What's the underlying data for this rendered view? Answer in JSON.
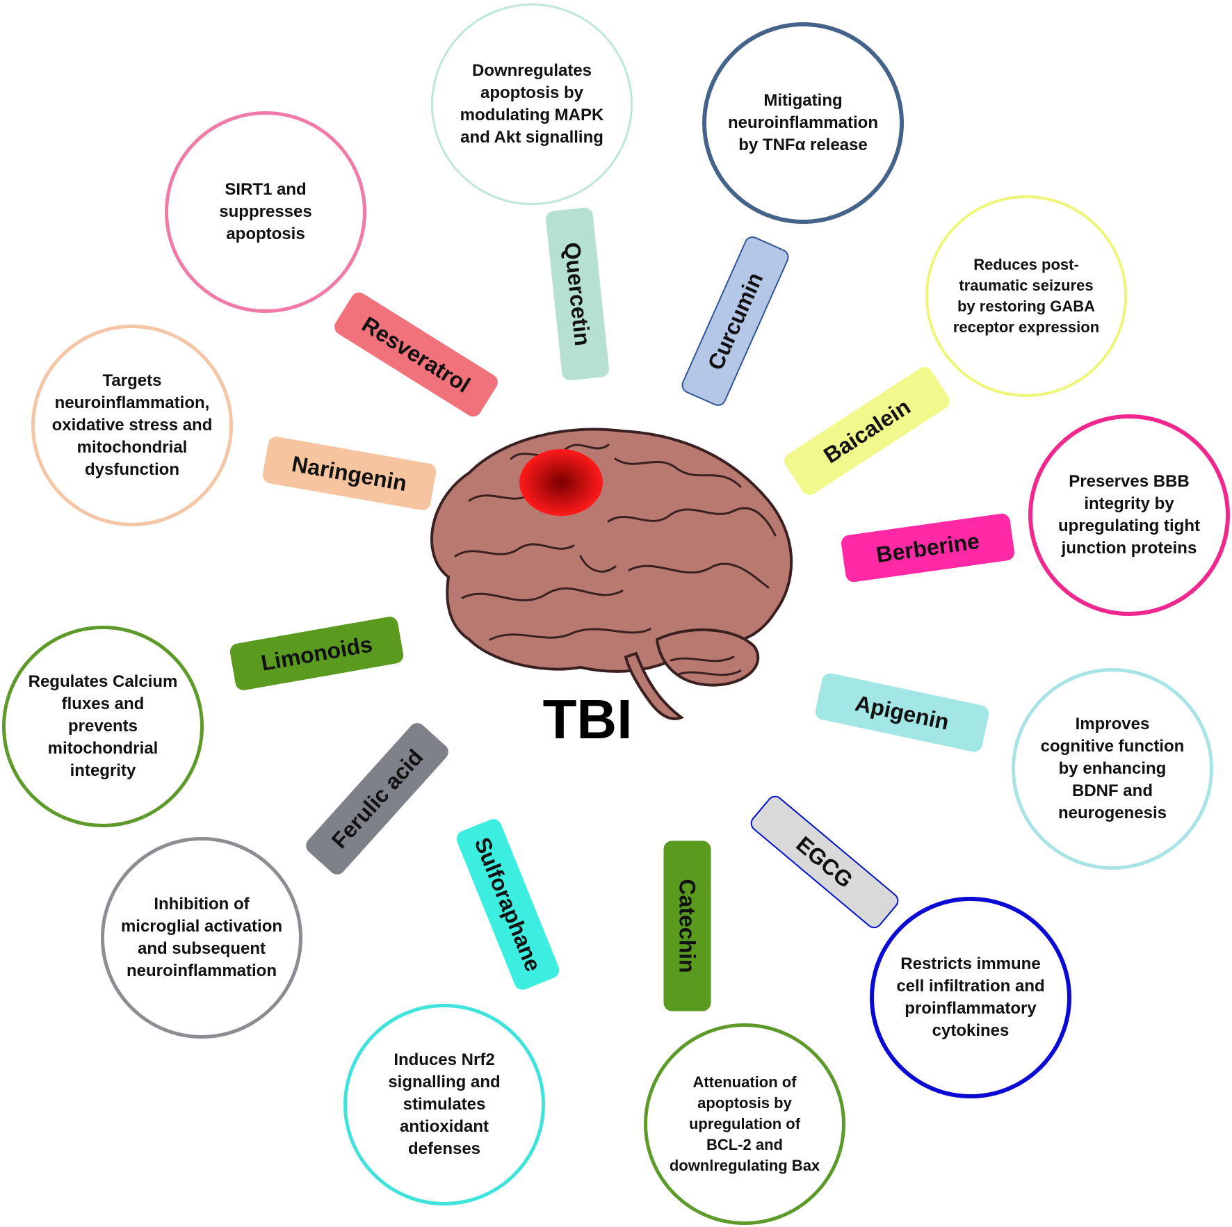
{
  "center_label": "TBI",
  "colors": {
    "brain_tissue": "#b87a70",
    "brain_outline": "#3a2020",
    "injury_core": "#7a0000",
    "injury_edge": "#ff1a1a"
  },
  "compounds": [
    {
      "id": "quercetin",
      "label": "Quercetin",
      "color": "#b6e0d3",
      "border": "#b6e0d3",
      "effect": "Downregulates\napoptosis by\nmodulating MAPK\nand Akt signalling",
      "ring": "#bfe6dc"
    },
    {
      "id": "curcumin",
      "label": "Curcumin",
      "color": "#b4c7e7",
      "border": "#2f5597",
      "effect": "Mitigating\nneuroinflammation\nby TNFα release",
      "ring": "#44628a"
    },
    {
      "id": "baicalein",
      "label": "Baicalein",
      "color": "#f1f98d",
      "border": "#f1f98d",
      "effect": "Reduces post-\ntraumatic seizures\nby restoring GABA\nreceptor expression",
      "ring": "#eef67a"
    },
    {
      "id": "berberine",
      "label": "Berberine",
      "color": "#ff29a6",
      "border": "#ff29a6",
      "effect": "Preserves BBB\nintegrity by\nupregulating tight\njunction proteins",
      "ring": "#f0288e"
    },
    {
      "id": "apigenin",
      "label": "Apigenin",
      "color": "#a3e6e6",
      "border": "#a3e6e6",
      "effect": "Improves\ncognitive function\nby enhancing\nBDNF and\nneurogenesis",
      "ring": "#a8e4e6"
    },
    {
      "id": "egcg",
      "label": "EGCG",
      "color": "#d9d9d9",
      "border": "#0010cc",
      "effect": "Restricts immune\ncell infiltration and\nproinflammatory\ncytokines",
      "ring": "#0a0ad4"
    },
    {
      "id": "catechin",
      "label": "Catechin",
      "color": "#5a9a1f",
      "border": "#5a9a1f",
      "effect": "Attenuation of\napoptosis by\nupregulation of\nBCL-2 and\ndownlregulating Bax",
      "ring": "#5e9a2a"
    },
    {
      "id": "sulforaphane",
      "label": "Sulforaphane",
      "color": "#3ceee0",
      "border": "#3ceee0",
      "effect": "Induces Nrf2\nsignalling and\nstimulates\nantioxidant\ndefenses",
      "ring": "#3fe3dc"
    },
    {
      "id": "ferulic-acid",
      "label": "Ferulic acid",
      "color": "#7f8189",
      "border": "#7f8189",
      "effect": "Inhibition of\nmicroglial activation\nand subsequent\nneuroinflammation",
      "ring": "#8c8c92"
    },
    {
      "id": "limonoids",
      "label": "Limonoids",
      "color": "#5a9a1f",
      "border": "#5a9a1f",
      "effect": "Regulates Calcium\nfluxes and\nprevents\nmitochondrial\nintegrity",
      "ring": "#5e9a2a"
    },
    {
      "id": "naringenin",
      "label": "Naringenin",
      "color": "#f7c4a0",
      "border": "#f7c4a0",
      "effect": "Targets\nneuroinflammation,\noxidative stress and\nmitochondrial\ndysfunction",
      "ring": "#f4c6a5"
    },
    {
      "id": "resveratrol",
      "label": "Resveratrol",
      "color": "#f2727c",
      "border": "#f2727c",
      "effect": "SIRT1 and\nsuppresses\napoptosis",
      "ring": "#f07aa8"
    }
  ]
}
